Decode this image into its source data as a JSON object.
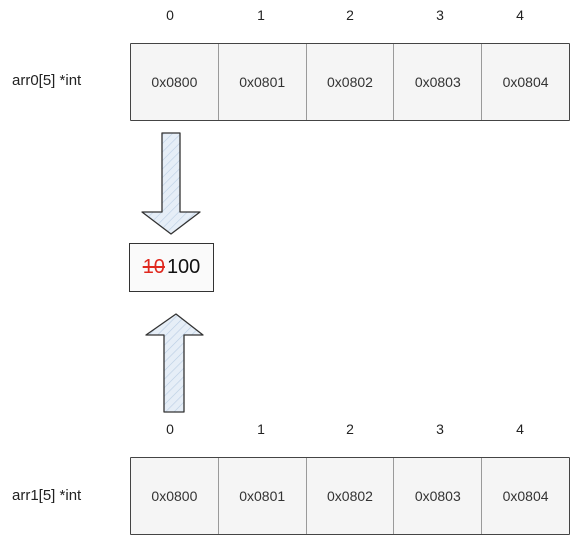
{
  "indices_top": [
    "0",
    "1",
    "2",
    "3",
    "4"
  ],
  "indices_bottom": [
    "0",
    "1",
    "2",
    "3",
    "4"
  ],
  "arr0": {
    "label": "arr0[5] *int",
    "cells": [
      "0x0800",
      "0x0801",
      "0x0802",
      "0x0803",
      "0x0804"
    ]
  },
  "arr1": {
    "label": "arr1[5] *int",
    "cells": [
      "0x0800",
      "0x0801",
      "0x0802",
      "0x0803",
      "0x0804"
    ]
  },
  "value_box": {
    "old_value": "10",
    "new_value": "100"
  },
  "colors": {
    "arrow_fill": "#dde8f3",
    "strike": "#e0281e"
  }
}
